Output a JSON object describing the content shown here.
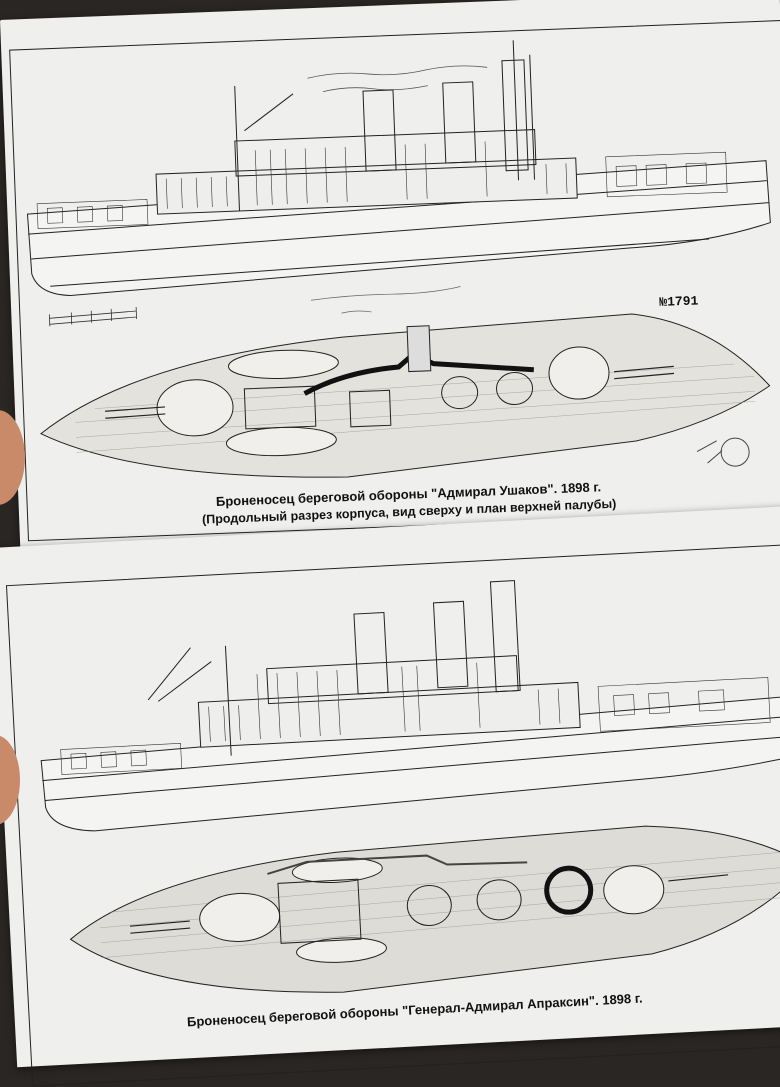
{
  "top_page": {
    "sheet_number": "№1791",
    "caption_line1": "Броненосец береговой обороны \"Адмирал Ушаков\". 1898 г.",
    "caption_line2": "(Продольный разрез корпуса, вид сверху и план верхней палубы)"
  },
  "bottom_page": {
    "caption_line1": "Броненосец береговой обороны \"Генерал-Адмирал Апраксин\". 1898 г."
  },
  "colors": {
    "background": "#2a2623",
    "paper": "#efefed",
    "ink": "#222222"
  }
}
